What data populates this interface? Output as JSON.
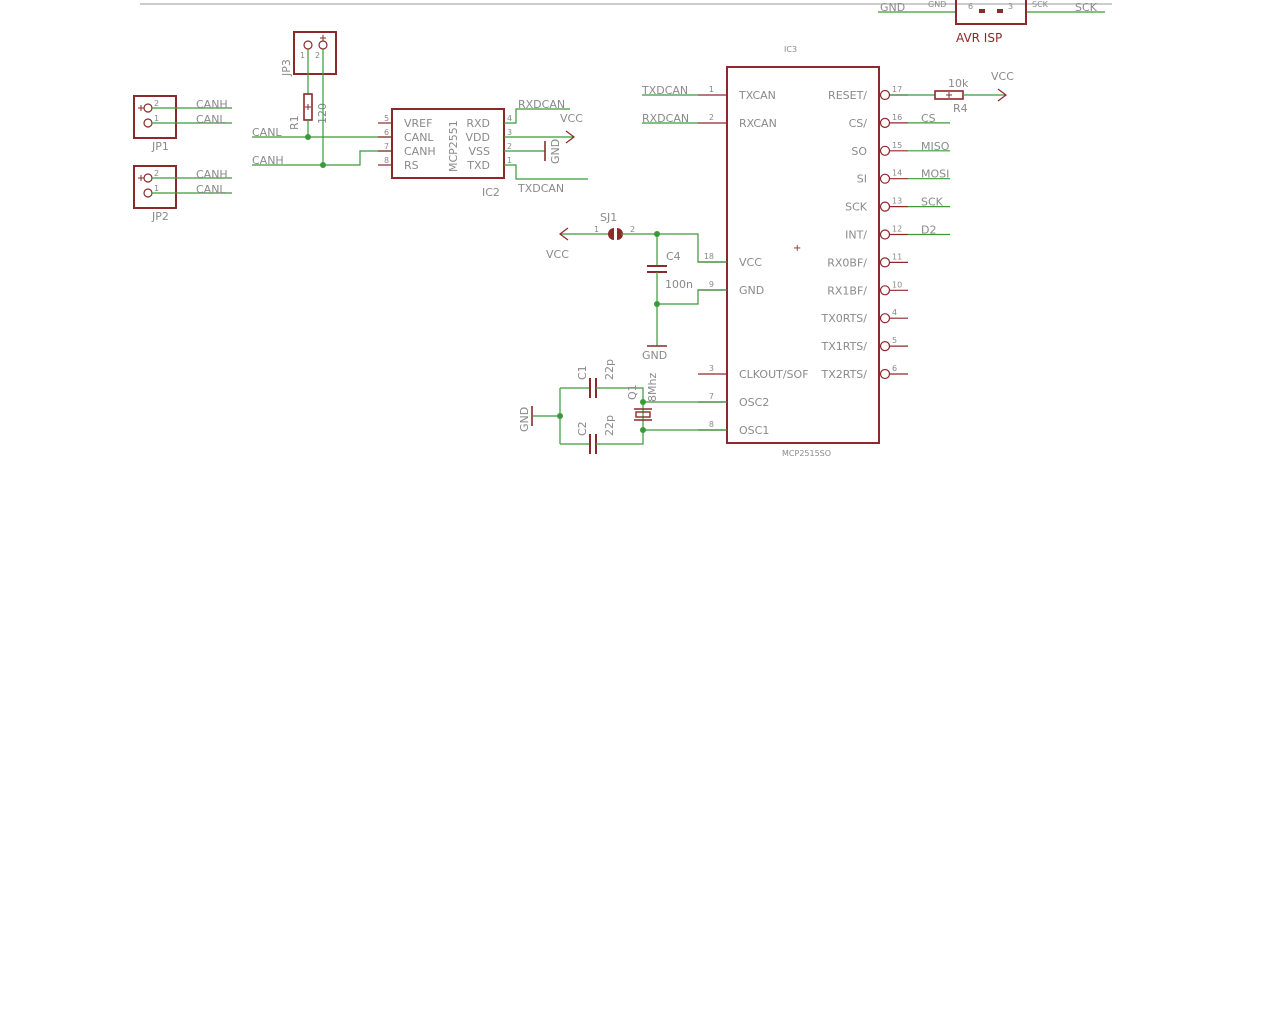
{
  "isp": {
    "name": "AVR ISP",
    "gnd_net": "GND",
    "sck_net": "SCK",
    "pin_gnd": "GND",
    "pin6": "6",
    "pin3": "3",
    "pin_sck": "SCK"
  },
  "jp1": {
    "name": "JP1",
    "pin2": "2",
    "pin1": "1",
    "net_top": "CANH",
    "net_bottom": "CANL"
  },
  "jp2": {
    "name": "JP2",
    "pin2": "2",
    "pin1": "1",
    "net_top": "CANH",
    "net_bottom": "CANL"
  },
  "jp3": {
    "name": "JP3",
    "pin1": "1",
    "pin2": "2"
  },
  "r1": {
    "name": "R1",
    "value": "120"
  },
  "left_nets": {
    "canl": "CANL",
    "canh": "CANH"
  },
  "ic2": {
    "name": "IC2",
    "part": "MCP2551",
    "left_pins": [
      {
        "num": "5",
        "label": "VREF"
      },
      {
        "num": "6",
        "label": "CANL"
      },
      {
        "num": "7",
        "label": "CANH"
      },
      {
        "num": "8",
        "label": "RS"
      }
    ],
    "right_pins": [
      {
        "num": "4",
        "label": "RXD"
      },
      {
        "num": "3",
        "label": "VDD"
      },
      {
        "num": "2",
        "label": "VSS"
      },
      {
        "num": "1",
        "label": "TXD"
      }
    ],
    "net_rxd": "RXDCAN",
    "net_vdd": "VCC",
    "net_vss": "GND",
    "net_txd": "TXDCAN"
  },
  "ic3": {
    "name": "IC3",
    "part": "MCP2515SO",
    "left_pins": [
      {
        "num": "1",
        "label": "TXCAN",
        "net": "TXDCAN"
      },
      {
        "num": "2",
        "label": "RXCAN",
        "net": "RXDCAN"
      },
      {
        "num": "18",
        "label": "VCC",
        "net": ""
      },
      {
        "num": "9",
        "label": "GND",
        "net": ""
      },
      {
        "num": "3",
        "label": "CLKOUT/SOF",
        "net": ""
      },
      {
        "num": "7",
        "label": "OSC2",
        "net": ""
      },
      {
        "num": "8",
        "label": "OSC1",
        "net": ""
      }
    ],
    "right_pins": [
      {
        "num": "17",
        "label": "RESET/",
        "net": ""
      },
      {
        "num": "16",
        "label": "CS/",
        "net": "CS"
      },
      {
        "num": "15",
        "label": "SO",
        "net": "MISO"
      },
      {
        "num": "14",
        "label": "SI",
        "net": "MOSI"
      },
      {
        "num": "13",
        "label": "SCK",
        "net": "SCK"
      },
      {
        "num": "12",
        "label": "INT/",
        "net": "D2"
      },
      {
        "num": "11",
        "label": "RX0BF/",
        "net": ""
      },
      {
        "num": "10",
        "label": "RX1BF/",
        "net": ""
      },
      {
        "num": "4",
        "label": "TX0RTS/",
        "net": ""
      },
      {
        "num": "5",
        "label": "TX1RTS/",
        "net": ""
      },
      {
        "num": "6",
        "label": "TX2RTS/",
        "net": ""
      }
    ]
  },
  "r4": {
    "name": "R4",
    "value": "10k",
    "net": "VCC"
  },
  "sj1": {
    "name": "SJ1",
    "pin1": "1",
    "pin2": "2",
    "net": "VCC"
  },
  "c4": {
    "name": "C4",
    "value": "100n",
    "net": "GND"
  },
  "c1": {
    "name": "C1",
    "value": "22p"
  },
  "c2": {
    "name": "C2",
    "value": "22p"
  },
  "q1": {
    "name": "Q1",
    "value": "8Mhz"
  },
  "osc_gnd": "GND"
}
